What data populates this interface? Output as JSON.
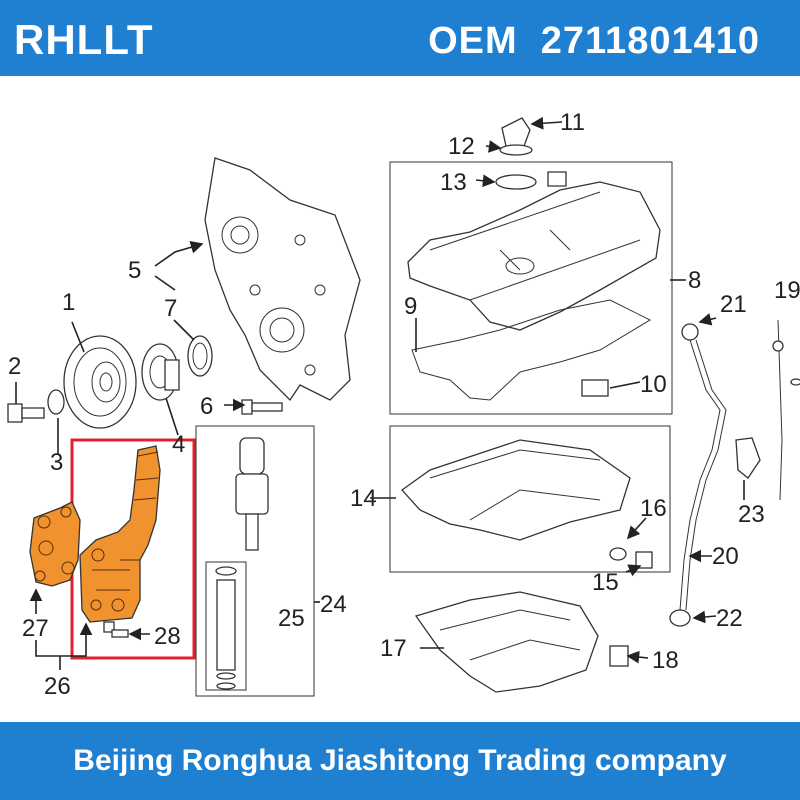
{
  "header": {
    "brand": "RHLLT",
    "oem_label": "OEM  2711801410"
  },
  "footer": {
    "company": "Beijing Ronghua Jiashitong Trading company"
  },
  "diagram": {
    "highlight_color": "#e0242b",
    "part_highlight_color": "#f0922e",
    "labels": {
      "p1": "1",
      "p2": "2",
      "p3": "3",
      "p4": "4",
      "p5": "5",
      "p6": "6",
      "p7": "7",
      "p8": "8",
      "p9": "9",
      "p10": "10",
      "p11": "11",
      "p12": "12",
      "p13": "13",
      "p14": "14",
      "p15": "15",
      "p16": "16",
      "p17": "17",
      "p18": "18",
      "p19": "19",
      "p20": "20",
      "p21": "21",
      "p22": "22",
      "p23": "23",
      "p24": "24",
      "p25": "25",
      "p26": "26",
      "p27": "27",
      "p28": "28"
    }
  }
}
